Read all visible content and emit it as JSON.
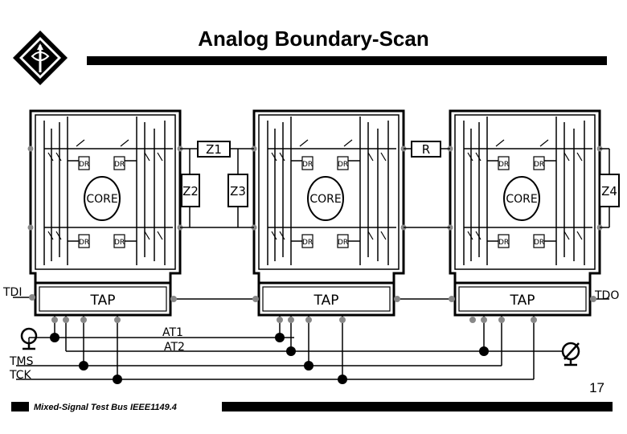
{
  "title": "Analog Boundary-Scan",
  "footer": "Mixed-Signal Test Bus IEEE1149.4",
  "page_number": "17",
  "chips": [
    {
      "core": "CORE",
      "dr": [
        "DR",
        "DR",
        "DR",
        "DR"
      ],
      "tap": "TAP"
    },
    {
      "core": "CORE",
      "dr": [
        "DR",
        "DR",
        "DR",
        "DR"
      ],
      "tap": "TAP"
    },
    {
      "core": "CORE",
      "dr": [
        "DR",
        "DR",
        "DR",
        "DR"
      ],
      "tap": "TAP"
    }
  ],
  "impedances": {
    "z1": "Z1",
    "z2": "Z2",
    "z3": "Z3",
    "z4": "Z4",
    "r": "R"
  },
  "signals": {
    "tdi": "TDI",
    "tdo": "TDO",
    "tms": "TMS",
    "tck": "TCK",
    "at1": "AT1",
    "at2": "AT2"
  }
}
